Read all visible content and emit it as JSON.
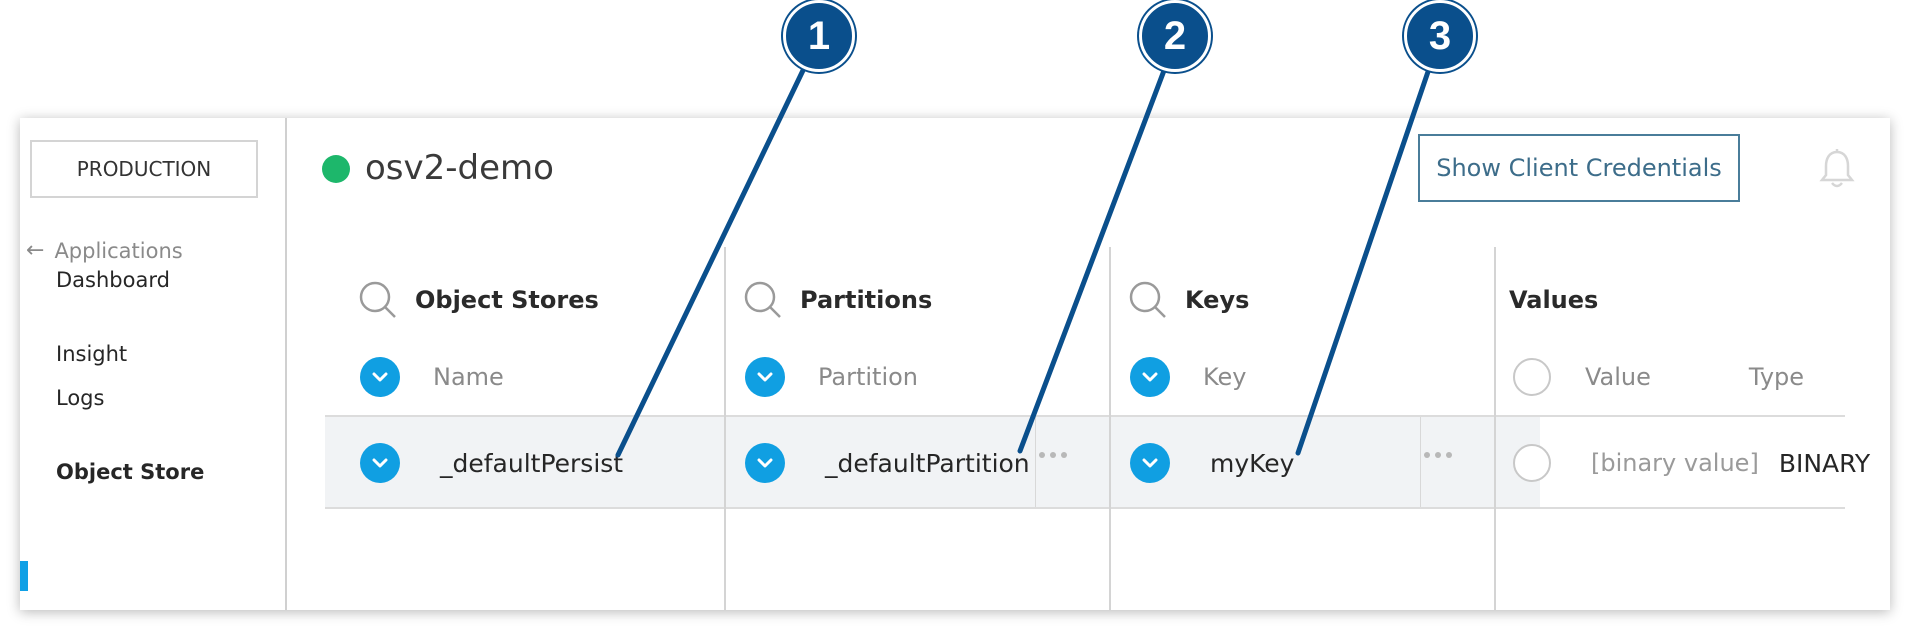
{
  "sidebar": {
    "environment": "PRODUCTION",
    "back_link": "Applications",
    "items": [
      {
        "label": "Dashboard",
        "active": false
      },
      {
        "label": "Insight",
        "active": false
      },
      {
        "label": "Logs",
        "active": false
      },
      {
        "label": "Object Store",
        "active": true
      }
    ]
  },
  "app": {
    "name": "osv2-demo",
    "status_color": "#1db76b",
    "credentials_button": "Show Client Credentials"
  },
  "columns": {
    "object_stores": {
      "title": "Object Stores",
      "sub_label": "Name",
      "row_value": "_defaultPersist"
    },
    "partitions": {
      "title": "Partitions",
      "sub_label": "Partition",
      "row_value": "_defaultPartition"
    },
    "keys": {
      "title": "Keys",
      "sub_label": "Key",
      "row_value": "myKey"
    },
    "values": {
      "title": "Values",
      "sub_label_value": "Value",
      "sub_label_type": "Type",
      "row_value": "[binary value]",
      "row_type": "BINARY"
    }
  },
  "callouts": [
    "1",
    "2",
    "3"
  ],
  "colors": {
    "accent": "#109fe2",
    "callout": "#0a4f8c",
    "credentials_border": "#4a7d9a"
  }
}
